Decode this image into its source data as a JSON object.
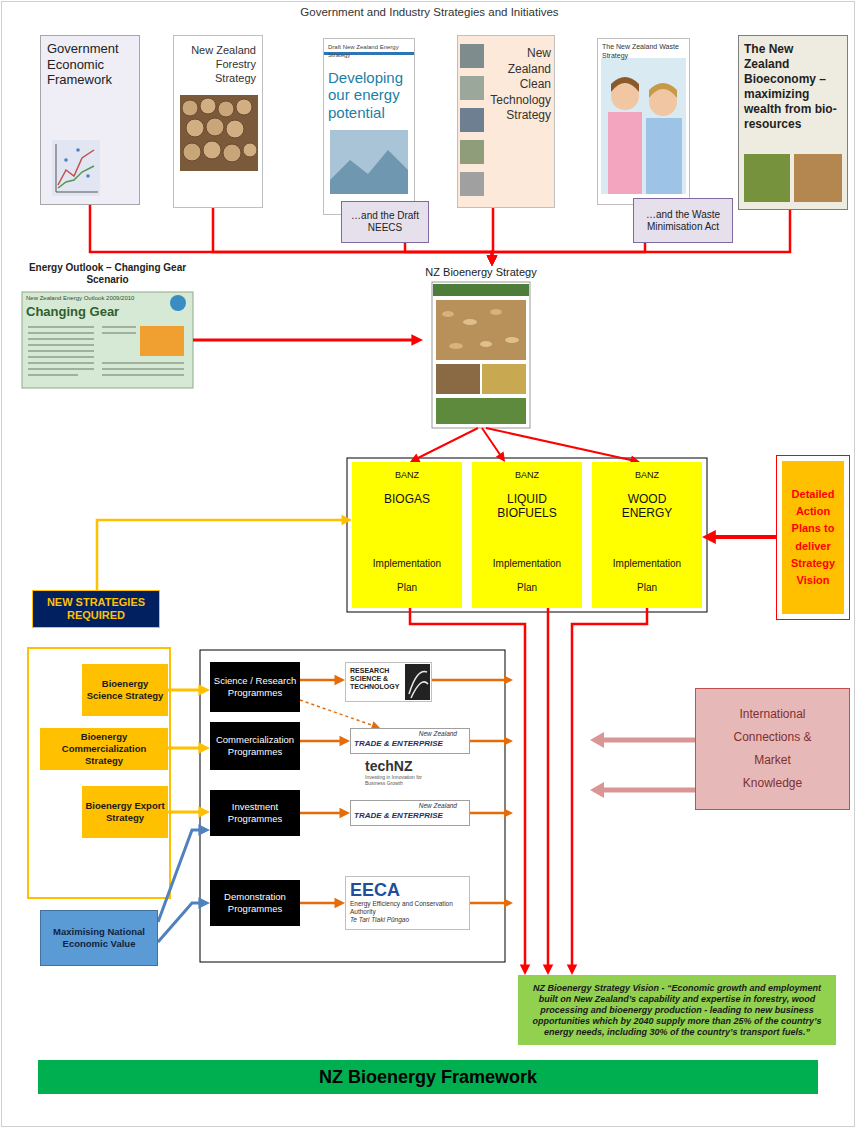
{
  "diagram": {
    "title": "Government and Industry Strategies and Initiatives",
    "nodes": [
      {
        "text": [
          "Government Economic Framework"
        ]
      },
      {
        "text": [
          "New Zealand Forestry Strategy"
        ]
      },
      {
        "text": [
          "Draft New Zealand Energy Strategy",
          "Developing our energy potential"
        ]
      },
      {
        "text": [
          "…and the Draft NEECS"
        ],
        "in": 2
      },
      {
        "text": [
          "New Zealand Clean Technology Strategy"
        ]
      },
      {
        "text": [
          "The New Zealand Waste Strategy"
        ]
      },
      {
        "text": [
          "…and the Waste Minimisation Act"
        ],
        "in": 5
      },
      {
        "text": [
          "The New Zealand Bioeconomy – maximizing wealth from bio-resources"
        ]
      },
      {
        "text": [
          "Energy Outlook – Changing Gear Scenario",
          "New Zealand Energy Outlook 2009/2010",
          "Changing Gear"
        ]
      },
      {
        "text": [
          "NZ Bioenergy Strategy"
        ]
      },
      {
        "text": [
          "BANZ",
          "BIOGAS",
          "Implementation Plan"
        ]
      },
      {
        "text": [
          "BANZ",
          "LIQUID BIOFUELS",
          "Implementation Plan"
        ]
      },
      {
        "text": [
          "BANZ",
          "WOOD ENERGY",
          "Implementation Plan"
        ]
      },
      {
        "text": [
          "Detailed Action Plans to deliver Strategy Vision"
        ]
      },
      {
        "text": [
          "NEW STRATEGIES REQUIRED"
        ]
      },
      {
        "text": [
          "Bioenergy Science Strategy"
        ]
      },
      {
        "text": [
          "Bioenergy Commercialization Strategy"
        ]
      },
      {
        "text": [
          "Bioenergy Export Strategy"
        ]
      },
      {
        "text": [
          "Science / Research Programmes"
        ]
      },
      {
        "text": [
          "Commercialization Programmes"
        ]
      },
      {
        "text": [
          "Investment Programmes"
        ]
      },
      {
        "text": [
          "Demonstration Programmes"
        ]
      },
      {
        "text": [
          "RESEARCH SCIENCE & TECHNOLOGY"
        ]
      },
      {
        "text": [
          "New Zealand",
          "TRADE & ENTERPRISE"
        ]
      },
      {
        "text": [
          "techNZ",
          "Investing in Innovation for Business Growth"
        ]
      },
      {
        "text": [
          "New Zealand",
          "TRADE & ENTERPRISE"
        ]
      },
      {
        "text": [
          "EECA",
          "Energy Efficiency and Conservation Authority",
          "Te Tari Tiaki Pūngao"
        ]
      },
      {
        "text": [
          "International Connections & Market Knowledge"
        ]
      },
      {
        "text": [
          "Maximising National Economic Value"
        ]
      },
      {
        "text": [
          "NZ Bioenergy Strategy Vision - “Economic growth and employment built on New Zealand’s capability and expertise in forestry, wood processing and bioenergy production - leading to new business opportunities which by 2040 supply more than 25% of the country’s energy needs, including 30% of the country’s transport fuels.”"
        ]
      },
      {
        "text": [
          "NZ Bioenergy Framework"
        ]
      }
    ],
    "edges": [
      {
        "from": 0,
        "to": 9,
        "arrow": "to"
      },
      {
        "from": 1,
        "to": 9,
        "arrow": "to"
      },
      {
        "from": 3,
        "to": 9,
        "arrow": "to"
      },
      {
        "from": 4,
        "to": 9,
        "arrow": "to"
      },
      {
        "from": 6,
        "to": 9,
        "arrow": "to"
      },
      {
        "from": 7,
        "to": 9,
        "arrow": "to"
      },
      {
        "from": 8,
        "to": 9,
        "arrow": "to"
      },
      {
        "from": 9,
        "to": 10,
        "arrow": "to"
      },
      {
        "from": 9,
        "to": 11,
        "arrow": "to"
      },
      {
        "from": 9,
        "to": 12,
        "arrow": "to"
      },
      {
        "from": 13,
        "to": 12,
        "arrow": "to"
      },
      {
        "from": 14,
        "to": 10,
        "arrow": "to"
      },
      {
        "from": 15,
        "to": 18,
        "arrow": "to"
      },
      {
        "from": 16,
        "to": 19,
        "arrow": "to"
      },
      {
        "from": 17,
        "to": 20,
        "arrow": "to"
      },
      {
        "from": 28,
        "to": 20,
        "arrow": "to"
      },
      {
        "from": 28,
        "to": 21,
        "arrow": "to"
      },
      {
        "from": 18,
        "to": 22,
        "arrow": "to"
      },
      {
        "from": 18,
        "to": 23,
        "arrow": "to"
      },
      {
        "from": 19,
        "to": 23,
        "arrow": "to"
      },
      {
        "from": 20,
        "to": 25,
        "arrow": "to"
      },
      {
        "from": 21,
        "to": 26,
        "arrow": "to"
      },
      {
        "from": 10,
        "to": 29,
        "arrow": "to"
      },
      {
        "from": 11,
        "to": 29,
        "arrow": "to"
      },
      {
        "from": 12,
        "to": 29,
        "arrow": "to"
      }
    ]
  }
}
